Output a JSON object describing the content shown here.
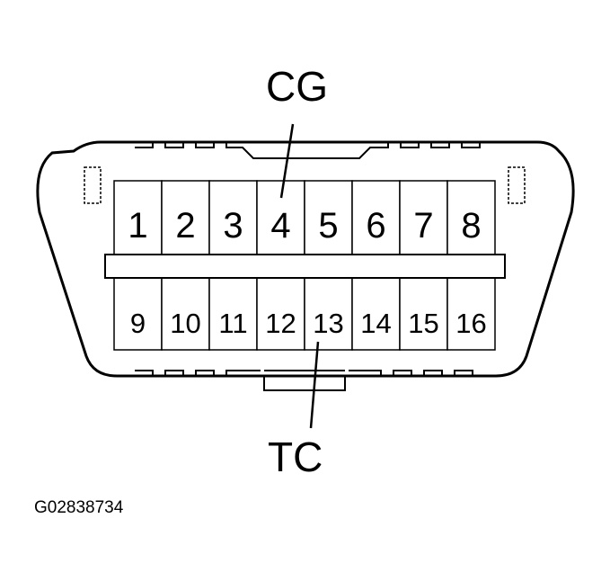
{
  "connector": {
    "top_row_pins": [
      "1",
      "2",
      "3",
      "4",
      "5",
      "6",
      "7",
      "8"
    ],
    "bottom_row_pins": [
      "9",
      "10",
      "11",
      "12",
      "13",
      "14",
      "15",
      "16"
    ]
  },
  "callouts": {
    "cg_label": "CG",
    "cg_pin": "4",
    "tc_label": "TC",
    "tc_pin": "13"
  },
  "figure_id": "G02838734"
}
